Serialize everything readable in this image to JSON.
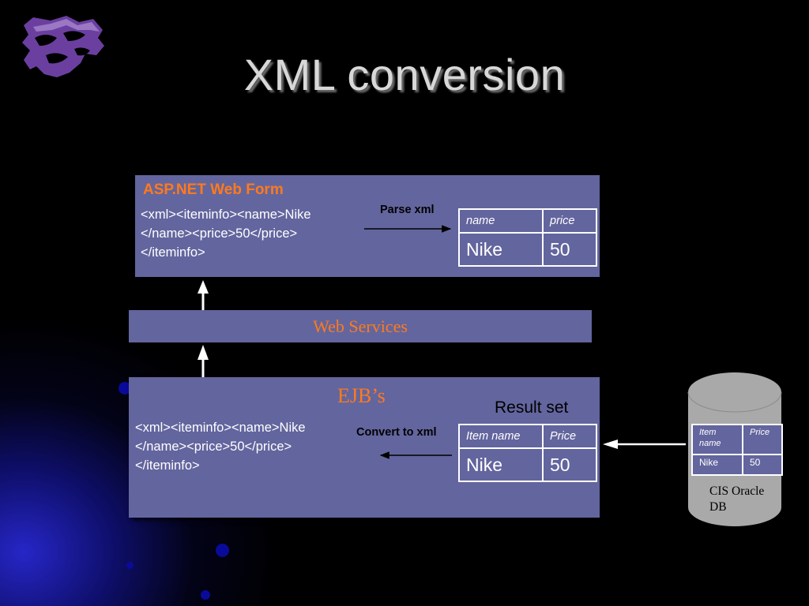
{
  "slide": {
    "title": "XML conversion"
  },
  "asp_panel": {
    "title": "ASP.NET Web Form",
    "xml_lines": [
      "<xml><iteminfo><name>Nike",
      "</name><price>50</price>",
      "</iteminfo>"
    ],
    "arrow_label": "Parse xml",
    "table": {
      "headers": [
        "name",
        "price"
      ],
      "row": [
        "Nike",
        "50"
      ]
    }
  },
  "web_services": {
    "label": "Web Services"
  },
  "ejb_panel": {
    "title": "EJB’s",
    "result_label": "Result set",
    "xml_lines": [
      "<xml><iteminfo><name>Nike",
      "</name><price>50</price>",
      "</iteminfo>"
    ],
    "arrow_label": "Convert to xml",
    "table": {
      "headers": [
        "Item name",
        "Price"
      ],
      "row": [
        "Nike",
        "50"
      ]
    }
  },
  "database": {
    "label_lines": [
      "CIS Oracle",
      "DB"
    ],
    "table": {
      "headers": [
        "Item name",
        "Price"
      ],
      "row": [
        "Nike",
        "50"
      ]
    }
  },
  "colors": {
    "panel": "#63659e",
    "accent_orange": "#ff7a1c",
    "logo_purple": "#6b3fa0"
  },
  "icons": {
    "logo": "wildcat-logo-icon"
  }
}
